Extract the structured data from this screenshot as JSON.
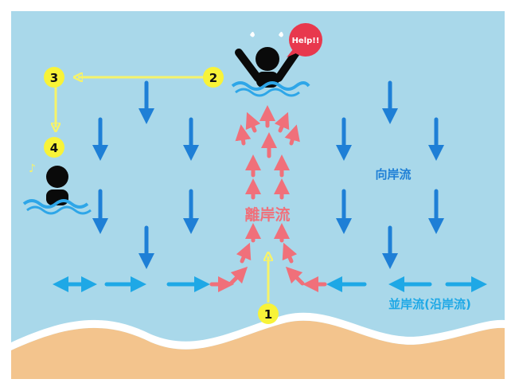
{
  "labels": {
    "rip_current": "離岸流",
    "onshore_current": "向岸流",
    "longshore_current": "並岸流(沿岸流)",
    "help": "Help!!"
  },
  "steps": [
    "1",
    "2",
    "3",
    "4"
  ],
  "colors": {
    "sea": "#a9d8ea",
    "sand": "#f3c48d",
    "foam": "#ffffff",
    "blue_arrow": "#1e7fd6",
    "cyan_arrow": "#1ea8e6",
    "red_arrow": "#f0707a",
    "yellow_path": "#f6f36a",
    "step_circle": "#f8f338",
    "help_bubble": "#e8384d",
    "swimmer": "#0a0a0a",
    "water_line": "#2ea6e8"
  }
}
